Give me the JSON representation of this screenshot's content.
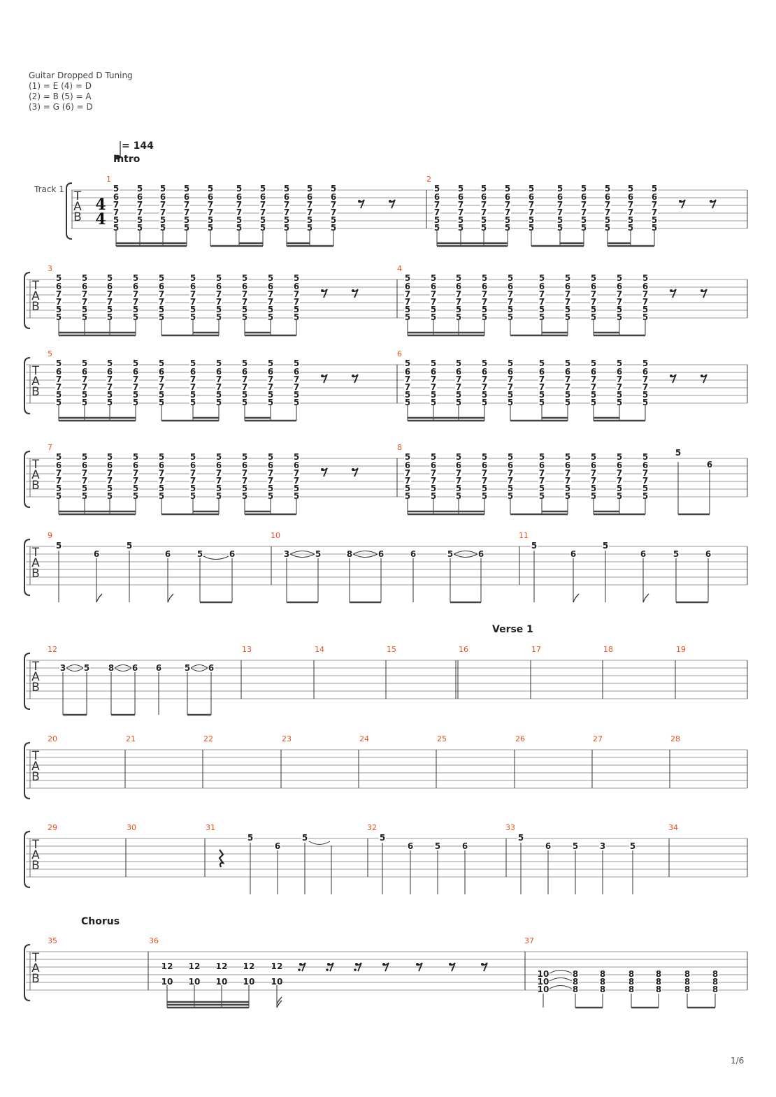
{
  "tuning": {
    "title": "Guitar Dropped D Tuning",
    "lines": [
      "(1) = E (4) = D",
      "(2) = B (5) = A",
      "(3) = G (6) = D"
    ]
  },
  "tempo": "= 144",
  "track_label": "Track 1",
  "sections": {
    "intro": "Intro",
    "verse1": "Verse 1",
    "chorus": "Chorus"
  },
  "time_signature": {
    "num": "4",
    "den": "4"
  },
  "page_number": "1/6",
  "colors": {
    "measure_number": "#e8501f",
    "staff_line": "#999999",
    "text": "#222222"
  },
  "tab_letters": [
    "T",
    "A",
    "B"
  ],
  "systems": [
    {
      "measures": [
        {
          "number": "1",
          "chords": [
            "5",
            "5",
            "5",
            "5",
            "5",
            "5",
            "5",
            "5",
            "5",
            "5"
          ],
          "rests": 2
        },
        {
          "number": "2",
          "chords": [
            "5",
            "5",
            "5",
            "5",
            "5",
            "5",
            "5",
            "5",
            "5",
            "5"
          ],
          "rests": 2
        }
      ],
      "chord_frets": [
        "5",
        "6",
        "7",
        "7",
        "5",
        "5"
      ]
    },
    {
      "measures": [
        {
          "number": "3",
          "rests": 2
        },
        {
          "number": "4",
          "rests": 2
        }
      ]
    },
    {
      "measures": [
        {
          "number": "5",
          "rests": 2
        },
        {
          "number": "6",
          "rests": 2
        }
      ]
    },
    {
      "measures": [
        {
          "number": "7",
          "rests": 2
        },
        {
          "number": "8",
          "rests": 0,
          "extra_notes": [
            "5",
            "6"
          ]
        }
      ]
    },
    {
      "measures": [
        {
          "number": "9",
          "notes": [
            "5",
            "6",
            "5",
            "6",
            "5",
            "6"
          ]
        },
        {
          "number": "10",
          "notes": [
            "3",
            "5",
            "8",
            "6",
            "6",
            "5",
            "6"
          ]
        },
        {
          "number": "11",
          "notes": [
            "5",
            "6",
            "5",
            "6",
            "5",
            "6"
          ]
        }
      ]
    },
    {
      "measures": [
        {
          "number": "12",
          "notes": [
            "3",
            "5",
            "8",
            "6",
            "6",
            "5",
            "6"
          ]
        },
        {
          "number": "13"
        },
        {
          "number": "14"
        },
        {
          "number": "15"
        },
        {
          "number": "16"
        },
        {
          "number": "17"
        },
        {
          "number": "18"
        },
        {
          "number": "19"
        }
      ]
    },
    {
      "measures": [
        {
          "number": "20"
        },
        {
          "number": "21"
        },
        {
          "number": "22"
        },
        {
          "number": "23"
        },
        {
          "number": "24"
        },
        {
          "number": "25"
        },
        {
          "number": "26"
        },
        {
          "number": "27"
        },
        {
          "number": "28"
        }
      ]
    },
    {
      "measures": [
        {
          "number": "29"
        },
        {
          "number": "30"
        },
        {
          "number": "31",
          "notes": [
            "5",
            "6",
            "5"
          ]
        },
        {
          "number": "32",
          "notes": [
            "5",
            "6",
            "5",
            "6"
          ]
        },
        {
          "number": "33",
          "notes": [
            "5",
            "6",
            "5",
            "3",
            "5"
          ]
        },
        {
          "number": "34"
        }
      ]
    },
    {
      "measures": [
        {
          "number": "35"
        },
        {
          "number": "36",
          "notes_top": [
            "12",
            "12",
            "12",
            "12",
            "12"
          ],
          "notes_bottom": [
            "10",
            "10",
            "10",
            "10",
            "10"
          ]
        },
        {
          "number": "37",
          "first_chord": [
            "10",
            "10",
            "10"
          ],
          "chords": [
            "8",
            "8",
            "8",
            "8",
            "8",
            "8"
          ]
        }
      ]
    }
  ]
}
